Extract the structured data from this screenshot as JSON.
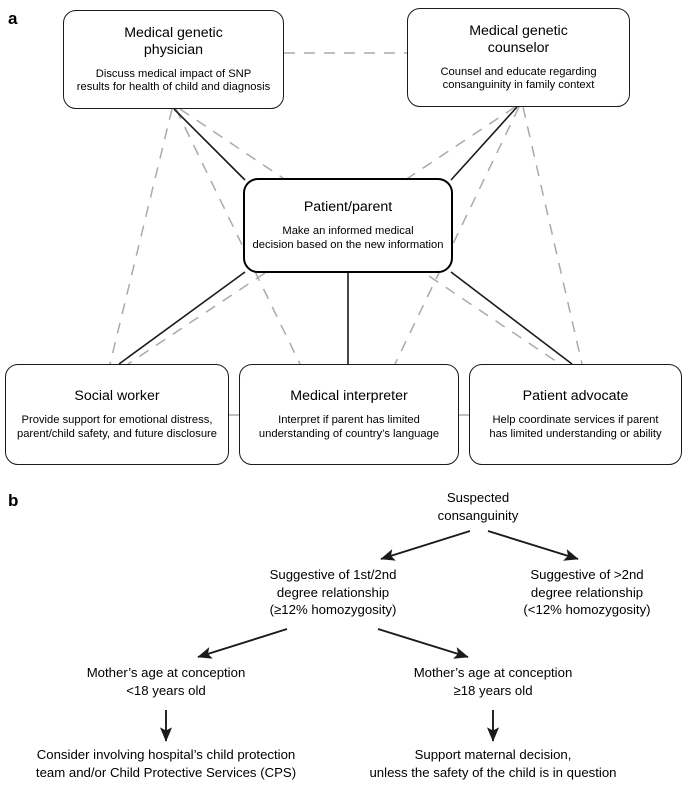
{
  "figure": {
    "panel_a": {
      "label": "a",
      "nodes": [
        {
          "id": "medical-genetic-physician",
          "title": "Medical genetic\nphysician",
          "desc": "Discuss medical impact of SNP\nresults for health of child and diagnosis"
        },
        {
          "id": "medical-genetic-counselor",
          "title": "Medical genetic\ncounselor",
          "desc": "Counsel and educate regarding\nconsanguinity in family context"
        },
        {
          "id": "patient-parent",
          "title": "Patient/parent",
          "desc": "Make an informed medical\ndecision based on the new information"
        },
        {
          "id": "social-worker",
          "title": "Social worker",
          "desc": "Provide support for emotional distress,\nparent/child safety, and future disclosure"
        },
        {
          "id": "medical-interpreter",
          "title": "Medical interpreter",
          "desc": "Interpret if parent has limited\nunderstanding of country’s language"
        },
        {
          "id": "patient-advocate",
          "title": "Patient advocate",
          "desc": "Help coordinate services if parent\nhas limited understanding or ability"
        }
      ],
      "edge_colors": {
        "solid": "#1a1a1a",
        "dashed": "#aaaaaa"
      }
    },
    "panel_b": {
      "label": "b",
      "nodes": [
        {
          "id": "suspected-consanguinity",
          "text": "Suspected\nconsanguinity"
        },
        {
          "id": "first-second-degree",
          "text": "Suggestive of 1st/2nd\ndegree relationship\n(≥12% homozygosity)"
        },
        {
          "id": "greater-than-second-degree",
          "text": "Suggestive of >2nd\ndegree relationship\n(<12% homozygosity)"
        },
        {
          "id": "mother-age-under-18",
          "text": "Mother’s age at conception\n<18 years old"
        },
        {
          "id": "mother-age-over-18",
          "text": "Mother’s age at conception\n≥18 years old"
        },
        {
          "id": "cps-outcome",
          "text": "Consider involving hospital’s child protection\nteam and/or Child Protective Services (CPS)"
        },
        {
          "id": "support-maternal-outcome",
          "text": "Support maternal decision,\nunless the safety of the child is in question"
        }
      ],
      "arrow_color": "#1a1a1a"
    }
  }
}
